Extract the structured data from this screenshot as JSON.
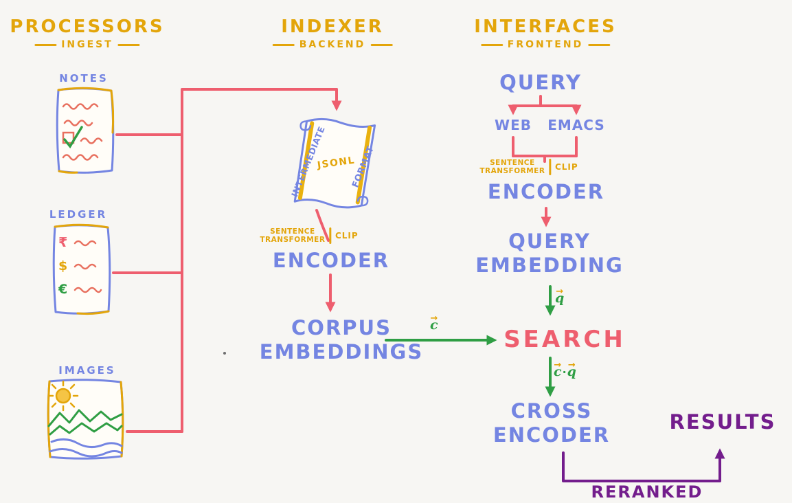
{
  "colors": {
    "background": "#f7f6f3",
    "gold": "#e3a50a",
    "blue": "#7485e2",
    "red": "#ee5e6e",
    "green": "#2f9e44",
    "purple": "#731d8c",
    "squiggle": "#e8705f"
  },
  "headers": {
    "processors": {
      "title": "PROCESSORS",
      "subtitle": "INGEST"
    },
    "indexer": {
      "title": "INDEXER",
      "subtitle": "BACKEND"
    },
    "interfaces": {
      "title": "INTERFACES",
      "subtitle": "FRONTEND"
    }
  },
  "processors": {
    "notes_label": "NOTES",
    "ledger_label": "LEDGER",
    "images_label": "IMAGES",
    "ledger_currencies": [
      "₹",
      "$",
      "€"
    ]
  },
  "indexer": {
    "scroll_left": "INTERMEDIATE",
    "scroll_center": "JSONL",
    "scroll_right": "FORMAT",
    "tag_line1": "SENTENCE",
    "tag_line2": "TRANSFORMER",
    "tag_clip": "CLIP",
    "encoder": "ENCODER",
    "corpus_line1": "CORPUS",
    "corpus_line2": "EMBEDDINGS"
  },
  "interfaces": {
    "query": "QUERY",
    "web": "WEB",
    "emacs": "EMACS",
    "tag_line1": "SENTENCE",
    "tag_line2": "TRANSFORMER",
    "tag_clip": "CLIP",
    "encoder": "ENCODER",
    "query_embedding_line1": "QUERY",
    "query_embedding_line2": "EMBEDDING",
    "search": "SEARCH",
    "cross_line1": "CROSS",
    "cross_line2": "ENCODER",
    "results": "RESULTS",
    "reranked": "RERANKED"
  },
  "edge_labels": {
    "arrow_glyph": "→",
    "corpus_vector_letter": "c",
    "query_vector_letter": "q",
    "dot_c": "c",
    "dot_sep": ".",
    "dot_q": "q"
  }
}
